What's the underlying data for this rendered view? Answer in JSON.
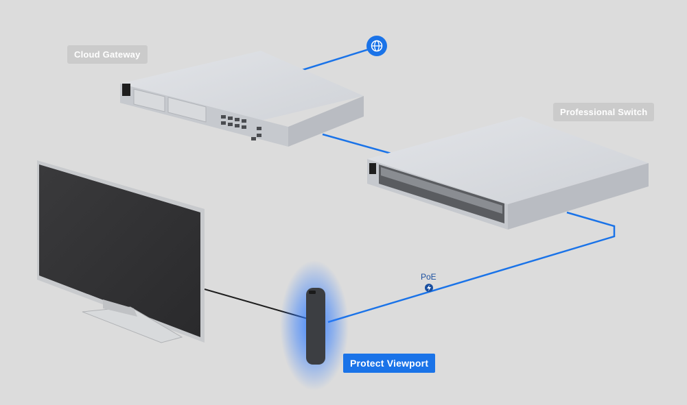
{
  "labels": {
    "cloud_gateway": "Cloud Gateway",
    "professional_switch": "Professional Switch",
    "protect_viewport": "Protect Viewport",
    "poe": "PoE"
  },
  "icons": {
    "internet": "globe-icon",
    "poe": "power-bolt-icon"
  },
  "colors": {
    "background": "#dcdcdc",
    "link_blue": "#1a73e8",
    "hdmi_cable": "#1e1e1e",
    "device_gray": "#c9ccd2",
    "viewport_glow": "#2f7bff"
  }
}
